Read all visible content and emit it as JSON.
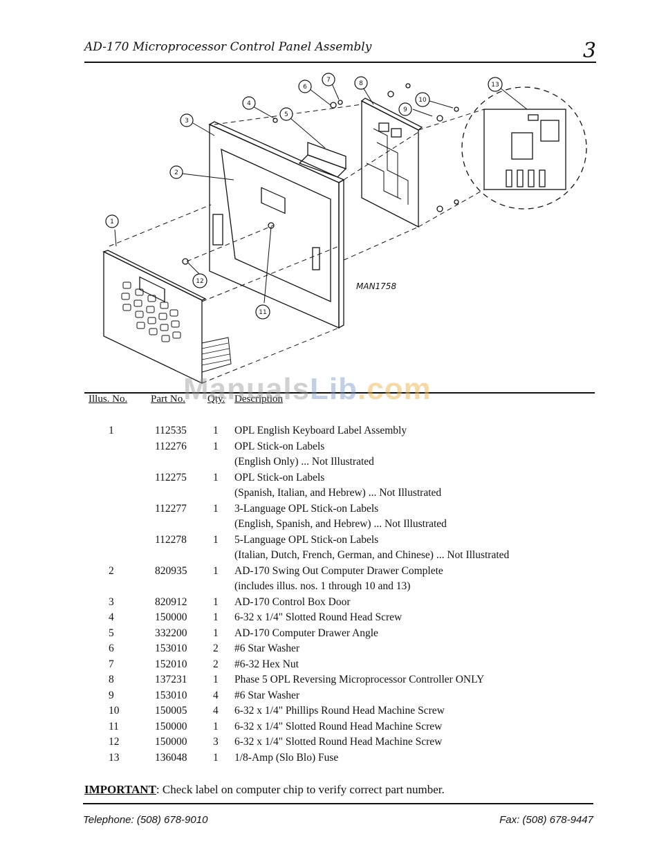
{
  "header": {
    "title": "AD-170 Microprocessor Control Panel Assembly",
    "page_number": "3"
  },
  "diagram": {
    "figure_id": "MAN1758",
    "callouts": [
      "1",
      "2",
      "3",
      "4",
      "5",
      "6",
      "7",
      "8",
      "9",
      "10",
      "11",
      "12",
      "13"
    ]
  },
  "watermark": {
    "part_a": "Manuals",
    "part_b": "Lib",
    "part_c": ".com"
  },
  "table": {
    "headers": {
      "illus": "Illus. No.",
      "part": "Part No.",
      "qty": "Qty.",
      "desc": "Description"
    },
    "rows": [
      [
        "1",
        "112535",
        "1",
        "OPL English Keyboard Label Assembly"
      ],
      [
        "",
        "112276",
        "1",
        "OPL Stick-on Labels"
      ],
      [
        "",
        "",
        "",
        "(English Only) ... Not Illustrated"
      ],
      [
        "",
        "112275",
        "1",
        "OPL Stick-on Labels"
      ],
      [
        "",
        "",
        "",
        "(Spanish, Italian, and Hebrew) ... Not Illustrated"
      ],
      [
        "",
        "112277",
        "1",
        "3-Language OPL Stick-on Labels"
      ],
      [
        "",
        "",
        "",
        "(English, Spanish, and Hebrew) ... Not Illustrated"
      ],
      [
        "",
        "112278",
        "1",
        "5-Language OPL Stick-on Labels"
      ],
      [
        "",
        "",
        "",
        "(Italian, Dutch, French, German, and Chinese) ... Not Illustrated"
      ],
      [
        "2",
        "820935",
        "1",
        "AD-170 Swing Out Computer Drawer Complete"
      ],
      [
        "",
        "",
        "",
        "(includes illus. nos. 1 through 10 and 13)"
      ],
      [
        "3",
        "820912",
        "1",
        "AD-170 Control Box Door"
      ],
      [
        "4",
        "150000",
        "1",
        "6-32 x 1/4\" Slotted Round Head Screw"
      ],
      [
        "5",
        "332200",
        "1",
        "AD-170 Computer Drawer Angle"
      ],
      [
        "6",
        "153010",
        "2",
        "#6 Star Washer"
      ],
      [
        "7",
        "152010",
        "2",
        "#6-32 Hex Nut"
      ],
      [
        "8",
        "137231",
        "1",
        "Phase 5 OPL Reversing Microprocessor Controller ONLY"
      ],
      [
        "9",
        "153010",
        "4",
        "#6 Star Washer"
      ],
      [
        "10",
        "150005",
        "4",
        "6-32 x 1/4\" Phillips Round Head Machine Screw"
      ],
      [
        "11",
        "150000",
        "1",
        "6-32 x 1/4\" Slotted Round Head Machine Screw"
      ],
      [
        "12",
        "150000",
        "3",
        "6-32 x 1/4\" Slotted Round Head Machine Screw"
      ],
      [
        "13",
        "136048",
        "1",
        "1/8-Amp (Slo Blo) Fuse"
      ]
    ]
  },
  "important": {
    "label": "IMPORTANT",
    "text": ": Check label on computer chip to verify correct part number."
  },
  "footer": {
    "telephone": "Telephone: (508) 678-9010",
    "fax": "Fax: (508) 678-9447"
  }
}
